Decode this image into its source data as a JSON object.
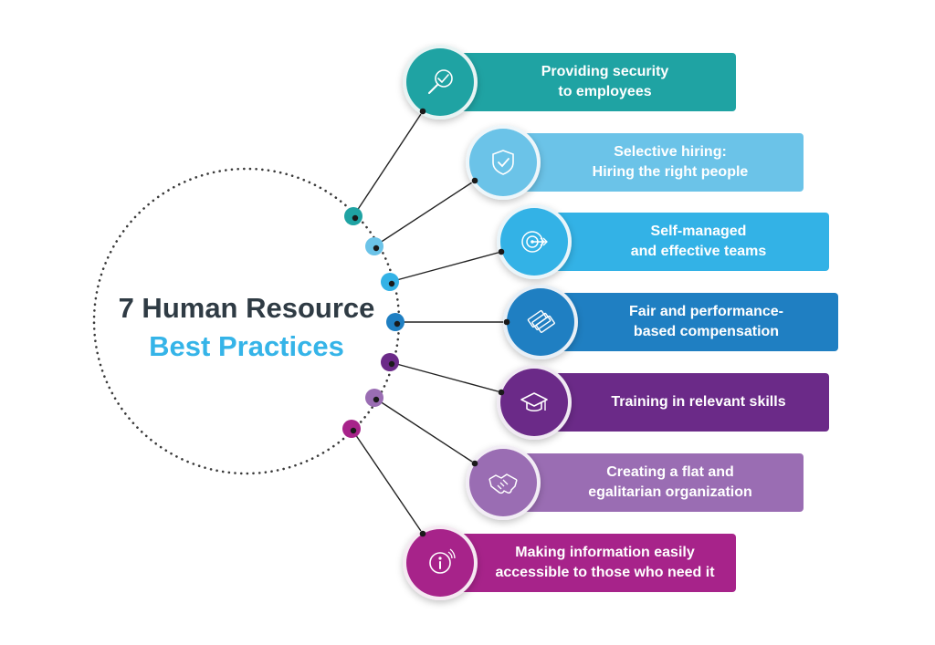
{
  "title": {
    "line1": "7 Human Resource",
    "line2": "Best Practices"
  },
  "colors": {
    "title_dark": "#2f3b44",
    "title_accent": "#35b4e8",
    "dots": "#3a3a3a",
    "connector": "#222222"
  },
  "practices": [
    {
      "line1": "Providing security",
      "line2": "to employees",
      "icon": "search-check-icon",
      "color": "#1fa3a3",
      "ring": "#e8f3f3"
    },
    {
      "line1": "Selective hiring:",
      "line2": "Hiring the right people",
      "icon": "shield-check-icon",
      "color": "#6bc3e8",
      "ring": "#eef6fa"
    },
    {
      "line1": "Self-managed",
      "line2": "and effective teams",
      "icon": "target-icon",
      "color": "#33b2e6",
      "ring": "#eaf5fa"
    },
    {
      "line1": "Fair and performance-",
      "line2": "based compensation",
      "icon": "money-stack-icon",
      "color": "#1f7fc2",
      "ring": "#e8eff6"
    },
    {
      "line1": "Training in relevant skills",
      "line2": "",
      "icon": "graduation-cap-icon",
      "color": "#6b2a88",
      "ring": "#f0eaf3"
    },
    {
      "line1": "Creating a flat and",
      "line2": "egalitarian organization",
      "icon": "handshake-icon",
      "color": "#9a6db3",
      "ring": "#f2edf5"
    },
    {
      "line1": "Making information easily",
      "line2": "accessible to those who need it",
      "icon": "info-icon",
      "color": "#a7238a",
      "ring": "#f5e9f2"
    }
  ]
}
